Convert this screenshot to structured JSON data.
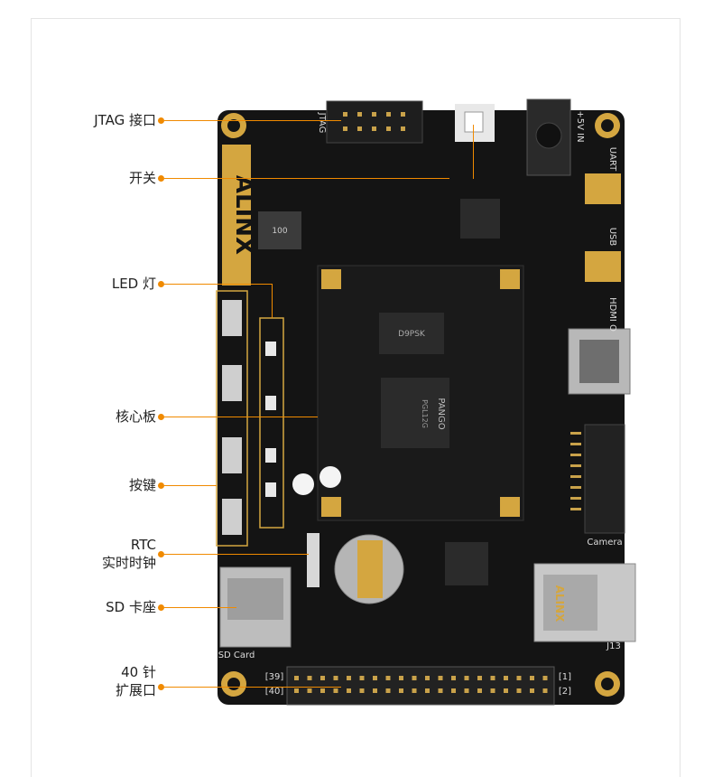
{
  "labels": {
    "jtag": "JTAG 接口",
    "switch": "开关",
    "led": "LED 灯",
    "core": "核心板",
    "keys": "按键",
    "rtc_line1": "RTC",
    "rtc_line2": "实时时钟",
    "sd": "SD 卡座",
    "header_line1": "40 针",
    "header_line2": "扩展口"
  },
  "board_text": {
    "brand": "ALINX",
    "jtag_silk": "JTAG",
    "power_silk": "+5V IN",
    "uart_silk": "UART",
    "usb_silk": "USB",
    "hdmi_silk": "HDMI O",
    "camera_silk": "Camera",
    "sd_silk": "SD Card",
    "pin39": "[39]",
    "pin40": "[40]",
    "pin1": "[1]",
    "pin2": "[2]",
    "chip_vendor": "PANGO",
    "chip_part": "PGL12G",
    "ram_mark": "D9PSK",
    "inductor_mark": "100",
    "rj45_brand": "ALINX",
    "j13": "J13"
  },
  "colors": {
    "accent": "#f08a00",
    "pcb": "#141414",
    "gold": "#c89a3a"
  }
}
